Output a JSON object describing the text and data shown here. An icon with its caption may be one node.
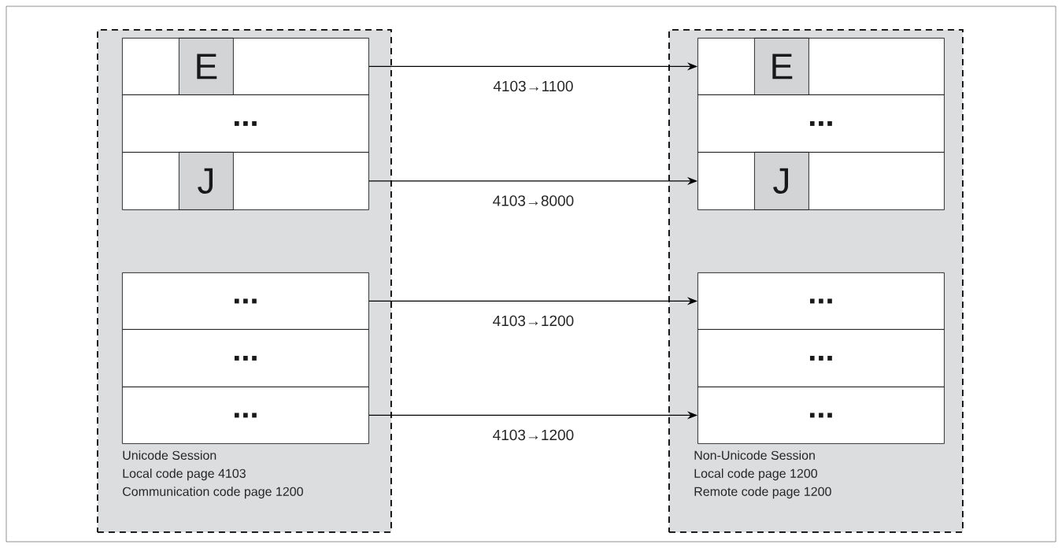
{
  "diagram": {
    "nodes": [
      {
        "text": [
          "Unicode Session",
          "Local code page 4103",
          "Communication code page 1200"
        ]
      },
      {
        "text": [],
        "shape": "box",
        "in": 0
      },
      {
        "text": [
          "E"
        ],
        "in": 1
      },
      {
        "text": [
          "..."
        ],
        "in": 0
      },
      {
        "text": [],
        "shape": "box",
        "in": 0
      },
      {
        "text": [
          "J"
        ],
        "in": 4
      },
      {
        "text": [
          "..."
        ],
        "in": 0
      },
      {
        "text": [
          "..."
        ],
        "in": 0
      },
      {
        "text": [
          "..."
        ],
        "in": 0
      },
      {
        "text": [
          "Non-Unicode Session",
          "Local code page 1200",
          "Remote code page 1200"
        ]
      },
      {
        "text": [],
        "shape": "box",
        "in": 9
      },
      {
        "text": [
          "E"
        ],
        "in": 10
      },
      {
        "text": [
          "..."
        ],
        "in": 9
      },
      {
        "text": [],
        "shape": "box",
        "in": 9
      },
      {
        "text": [
          "J"
        ],
        "in": 13
      },
      {
        "text": [
          "..."
        ],
        "in": 9
      },
      {
        "text": [
          "..."
        ],
        "in": 9
      },
      {
        "text": [
          "..."
        ],
        "in": 9
      }
    ],
    "edges": [
      {
        "from": 1,
        "to": 10,
        "arrow": "to",
        "label": "4103→1100"
      },
      {
        "from": 4,
        "to": 13,
        "arrow": "to",
        "label": "4103→8000"
      },
      {
        "from": 6,
        "to": 15,
        "arrow": "to",
        "label": "4103→1200"
      },
      {
        "from": 8,
        "to": 17,
        "arrow": "to",
        "label": "4103→1200"
      }
    ]
  }
}
